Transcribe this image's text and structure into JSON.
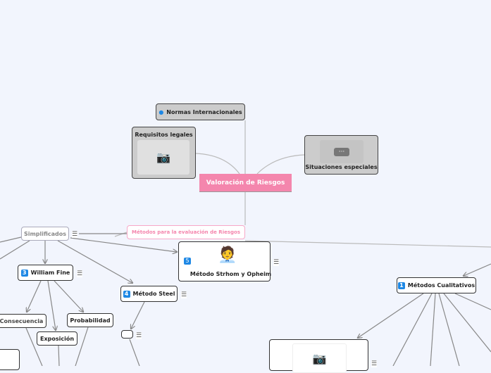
{
  "central": "Valoración de Riesgos",
  "normas": "Normas Internacionales",
  "requisitos": "Requisitos legales",
  "situaciones": "Situaciones especiales",
  "metodos": "Métodos para la evaluación de Riesgos",
  "simplificados": "Simplificados",
  "william": {
    "num": "3",
    "label": "William Fine"
  },
  "steel": {
    "num": "4",
    "label": "Método Steel"
  },
  "strhom": {
    "num": "5",
    "label": "Método Strhom y Opheim"
  },
  "consecuencia": "Consecuencia",
  "exposicion": "Exposición",
  "probabilidad": "Probabilidad",
  "cualitativos": {
    "num": "1",
    "label": "Métodos Cualitativos"
  },
  "colors": {
    "central": "#f486ad",
    "background": "#f2f5fd"
  }
}
